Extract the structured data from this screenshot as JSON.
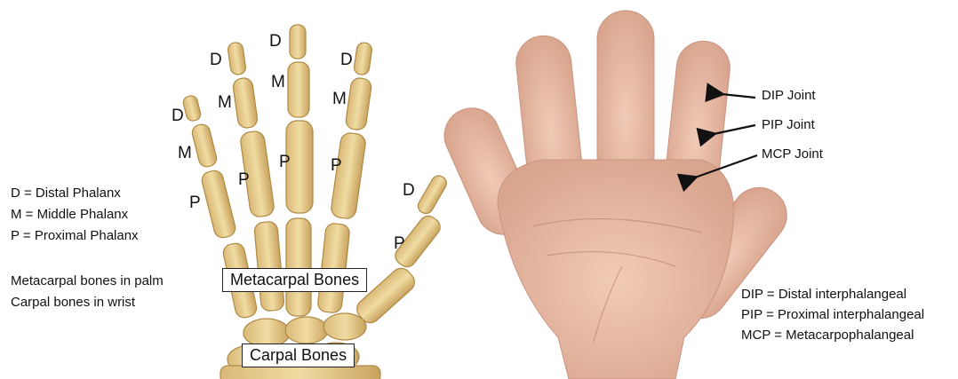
{
  "legend": {
    "lines": [
      "D = Distal Phalanx",
      "M = Middle Phalanx",
      "P = Proximal Phalanx"
    ],
    "notes": [
      "Metacarpal bones in palm",
      "Carpal bones in wrist"
    ]
  },
  "bone_letters": {
    "d": "D",
    "m": "M",
    "p": "P"
  },
  "boxes": {
    "metacarpal": "Metacarpal Bones",
    "carpal": "Carpal Bones"
  },
  "joints": {
    "dip": "DIP Joint",
    "pip": "PIP Joint",
    "mcp": "MCP Joint"
  },
  "abbreviations": [
    "DIP = Distal interphalangeal",
    "PIP = Proximal interphalangeal",
    "MCP = Metacarpophalangeal"
  ],
  "colors": {
    "bone_fill": "#e8cf8e",
    "bone_stroke": "#b08a45",
    "skin_fill": "#ecc1ac",
    "skin_shadow": "#d9a58e",
    "arrow": "#111111"
  }
}
